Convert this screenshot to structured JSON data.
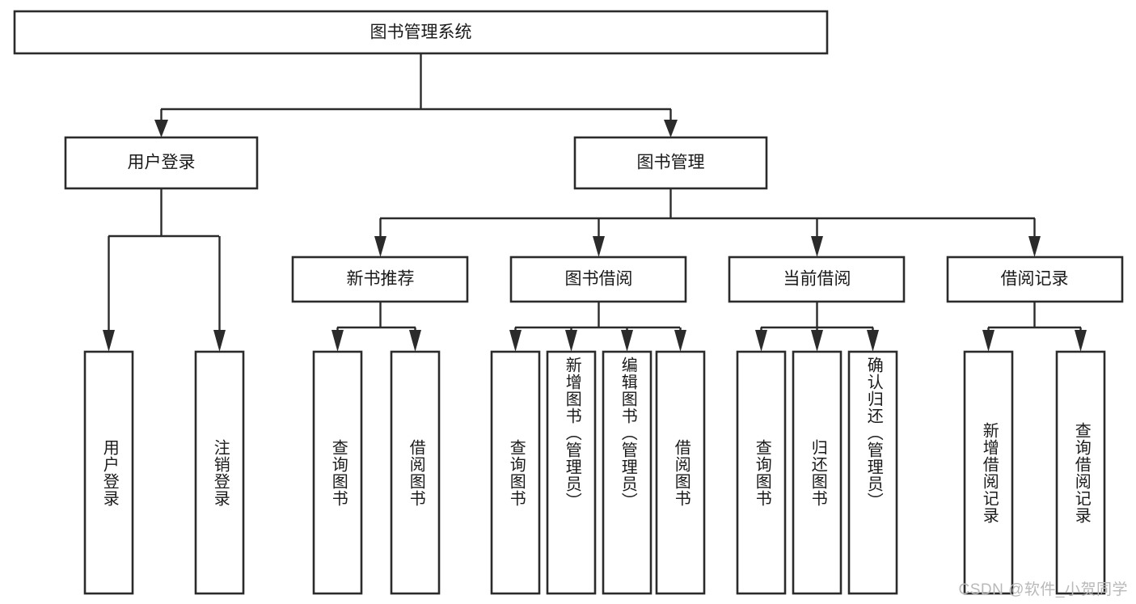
{
  "diagram": {
    "title": "图书管理系统",
    "watermark": "CSDN @软件_小贺同学",
    "colors": {
      "stroke": "#2b2b2b",
      "fill": "#ffffff",
      "text": "#1a1a1a",
      "watermark": "#b9b9b9"
    },
    "root": {
      "label": "图书管理系统"
    },
    "level2": [
      {
        "label": "用户登录"
      },
      {
        "label": "图书管理"
      }
    ],
    "level3": [
      {
        "label": "新书推荐"
      },
      {
        "label": "图书借阅"
      },
      {
        "label": "当前借阅"
      },
      {
        "label": "借阅记录"
      }
    ],
    "leaves": {
      "user_login": [
        {
          "label": "用户登录"
        },
        {
          "label": "注销登录"
        }
      ],
      "new_book_recommend": [
        {
          "label": "查询图书"
        },
        {
          "label": "借阅图书"
        }
      ],
      "book_borrow": [
        {
          "label": "查询图书"
        },
        {
          "label": "新增图书（管理员）"
        },
        {
          "label": "编辑图书（管理员）"
        },
        {
          "label": "借阅图书"
        }
      ],
      "current_borrow": [
        {
          "label": "查询图书"
        },
        {
          "label": "归还图书"
        },
        {
          "label": "确认归还（管理员）"
        }
      ],
      "borrow_records": [
        {
          "label": "新增借阅记录"
        },
        {
          "label": "查询借阅记录"
        }
      ]
    }
  }
}
